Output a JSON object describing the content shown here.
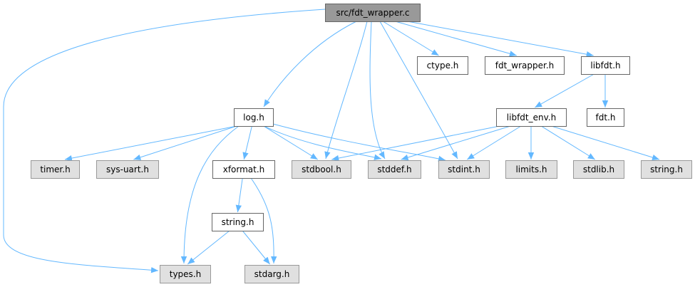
{
  "graph": {
    "title": "src/fdt_wrapper.c",
    "colors": {
      "edge": "#63b8ff",
      "root_fill": "#999999",
      "internal_fill": "#ffffff",
      "external_fill": "#e0e0e0",
      "border": "#666666",
      "external_border": "#999999"
    },
    "nodes": [
      {
        "id": "root",
        "label": "src/fdt_wrapper.c",
        "kind": "root"
      },
      {
        "id": "ctype",
        "label": "ctype.h",
        "kind": "internal"
      },
      {
        "id": "fdt_wrapper_h",
        "label": "fdt_wrapper.h",
        "kind": "internal"
      },
      {
        "id": "libfdt",
        "label": "libfdt.h",
        "kind": "internal"
      },
      {
        "id": "log",
        "label": "log.h",
        "kind": "internal"
      },
      {
        "id": "libfdt_env",
        "label": "libfdt_env.h",
        "kind": "internal"
      },
      {
        "id": "fdt",
        "label": "fdt.h",
        "kind": "internal"
      },
      {
        "id": "timer",
        "label": "timer.h",
        "kind": "external"
      },
      {
        "id": "sysuart",
        "label": "sys-uart.h",
        "kind": "external"
      },
      {
        "id": "xformat",
        "label": "xformat.h",
        "kind": "internal"
      },
      {
        "id": "stdbool",
        "label": "stdbool.h",
        "kind": "external"
      },
      {
        "id": "stddef",
        "label": "stddef.h",
        "kind": "external"
      },
      {
        "id": "stdint",
        "label": "stdint.h",
        "kind": "external"
      },
      {
        "id": "limits",
        "label": "limits.h",
        "kind": "external"
      },
      {
        "id": "stdlib",
        "label": "stdlib.h",
        "kind": "external"
      },
      {
        "id": "string_sys",
        "label": "string.h",
        "kind": "external"
      },
      {
        "id": "string_loc",
        "label": "string.h",
        "kind": "internal"
      },
      {
        "id": "types",
        "label": "types.h",
        "kind": "external"
      },
      {
        "id": "stdarg",
        "label": "stdarg.h",
        "kind": "external"
      }
    ],
    "edges": [
      [
        "root",
        "types"
      ],
      [
        "root",
        "log"
      ],
      [
        "root",
        "stdbool"
      ],
      [
        "root",
        "stddef"
      ],
      [
        "root",
        "stdint"
      ],
      [
        "root",
        "ctype"
      ],
      [
        "root",
        "fdt_wrapper_h"
      ],
      [
        "root",
        "libfdt"
      ],
      [
        "log",
        "timer"
      ],
      [
        "log",
        "sysuart"
      ],
      [
        "log",
        "types"
      ],
      [
        "log",
        "xformat"
      ],
      [
        "log",
        "stdbool"
      ],
      [
        "log",
        "stddef"
      ],
      [
        "log",
        "stdint"
      ],
      [
        "libfdt",
        "libfdt_env"
      ],
      [
        "libfdt",
        "fdt"
      ],
      [
        "libfdt_env",
        "stdbool"
      ],
      [
        "libfdt_env",
        "stddef"
      ],
      [
        "libfdt_env",
        "stdint"
      ],
      [
        "libfdt_env",
        "limits"
      ],
      [
        "libfdt_env",
        "stdlib"
      ],
      [
        "libfdt_env",
        "string_sys"
      ],
      [
        "xformat",
        "string_loc"
      ],
      [
        "xformat",
        "stdarg"
      ],
      [
        "string_loc",
        "types"
      ],
      [
        "string_loc",
        "stdarg"
      ]
    ]
  }
}
